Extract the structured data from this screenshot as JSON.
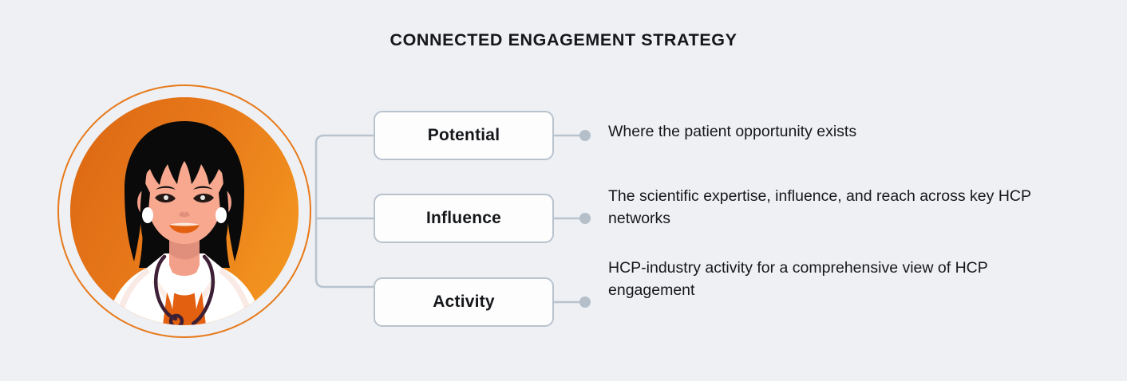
{
  "header": {
    "title": "CONNECTED ENGAGEMENT STRATEGY"
  },
  "avatar": {
    "name": "female-doctor-illustration",
    "alt": "Illustration of a smiling female doctor with a black bob haircut, white lab coat and stethoscope",
    "ring_color": "#e8791a",
    "gradient_from": "#dd6a14",
    "gradient_to": "#f3961f",
    "skin_color": "#f7a88f",
    "hair_color": "#0a0a0a",
    "coat_color": "#ffffff",
    "shirt_color": "#e2600f",
    "stethoscope_color": "#3e2036"
  },
  "connector": {
    "line_color": "#b9c3ce",
    "dot_color": "#b4bfca"
  },
  "items": [
    {
      "label": "Potential",
      "description": "Where the patient opportunity exists"
    },
    {
      "label": "Influence",
      "description": "The scientific expertise, influence, and reach across key HCP networks"
    },
    {
      "label": "Activity",
      "description": "HCP-industry activity for a comprehensive view of HCP engagement"
    }
  ]
}
